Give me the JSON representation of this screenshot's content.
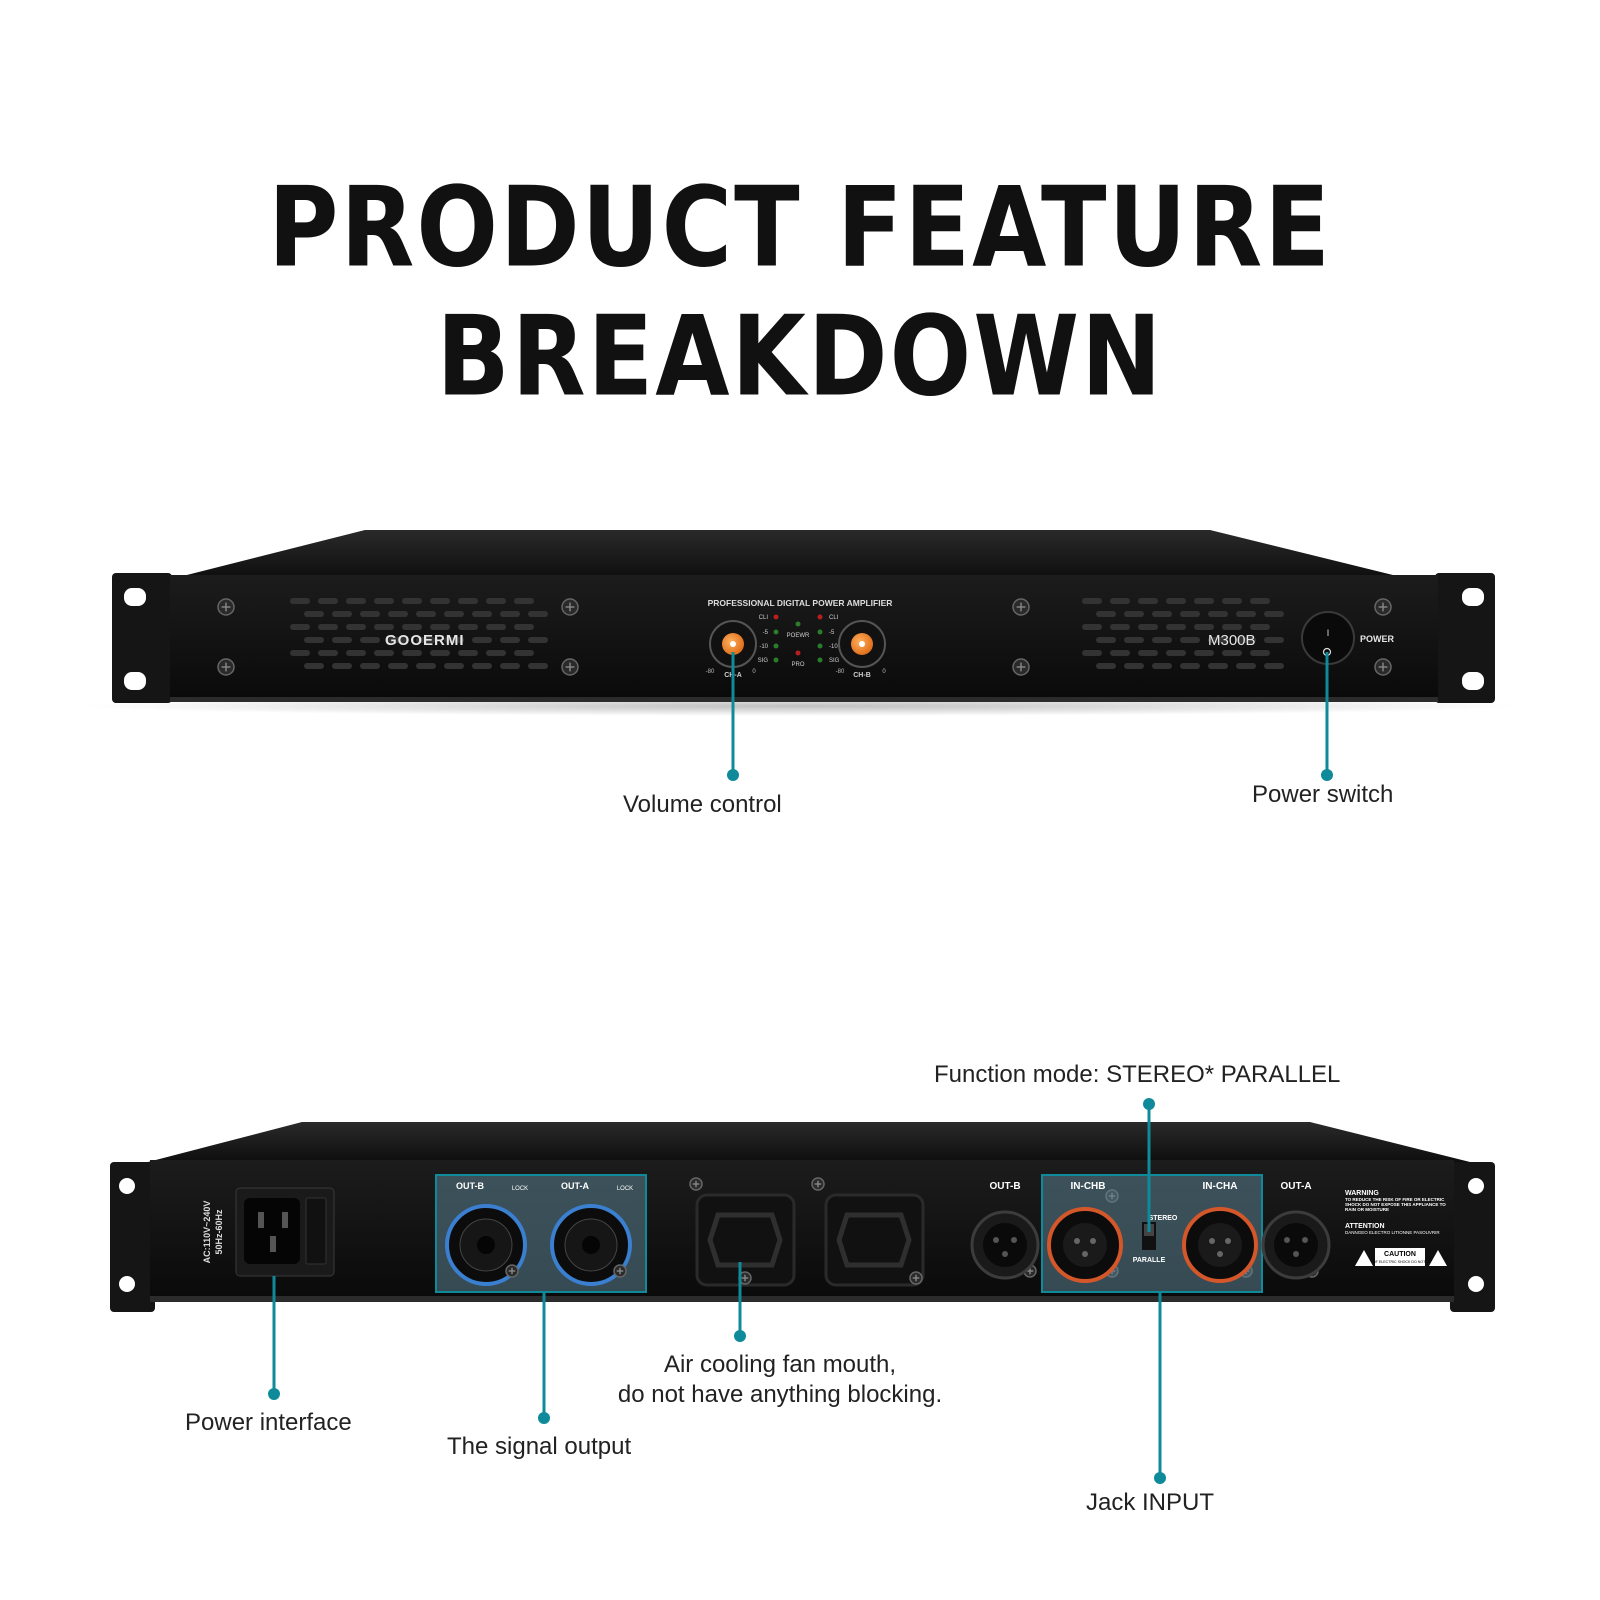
{
  "page_title": "PRODUCT FEATURE BREAKDOWN",
  "accent_color": "#0f8a9a",
  "front_panel": {
    "brand": "GOOERMI",
    "model": "M300B",
    "header_text": "PROFESSIONAL DIGITAL POWER AMPLIFIER",
    "knob_a_label": "CH-A",
    "knob_b_label": "CH-B",
    "knob_min": "-80",
    "knob_max": "0",
    "led_labels": [
      "CLI",
      "-5",
      "-10",
      "SIG"
    ],
    "center_labels": [
      "POEWR",
      "PRO"
    ],
    "power_label": "POWER",
    "power_switch_glyph": "I"
  },
  "rear_panel": {
    "ac_label_1": "AC:110V~240V",
    "ac_label_2": "50Hz-60Hz",
    "speakon_b": "OUT-B",
    "speakon_a": "OUT-A",
    "lock_label": "LOCK",
    "xlr_out_b": "OUT-B",
    "in_chb": "IN-CHB",
    "in_cha": "IN-CHA",
    "xlr_out_a": "OUT-A",
    "mode_stereo": "STEREO",
    "mode_parallel": "PARALLE",
    "warning_title": "WARNING",
    "warning_text": "TO REDUCE THE RISK OF FIRE OR ELECTRIC SHOCK DO NOT EXPOSE THIS APPLIANCE TO RAIN OR MOISTURE",
    "attention_title": "ATTENTION",
    "attention_text": "DANNGEO ELECTRO LITIONNE PASOUVRIR",
    "caution_title": "CAUTION",
    "caution_text": "RISK OF ELECTRIC SHOCK DO NOT OPEN"
  },
  "callouts": {
    "volume_control": "Volume control",
    "power_switch": "Power switch",
    "function_mode": "Function mode: STEREO* PARALLEL",
    "power_interface": "Power interface",
    "signal_output": "The signal output",
    "fan_line1": "Air cooling fan mouth,",
    "fan_line2": "do not have anything blocking.",
    "jack_input": "Jack INPUT"
  }
}
